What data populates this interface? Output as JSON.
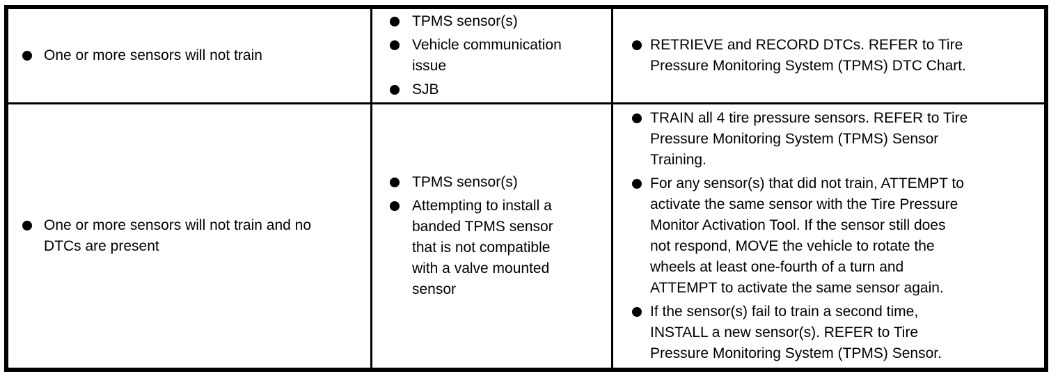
{
  "colors": {
    "border": "#000000",
    "text": "#000000",
    "background": "#ffffff"
  },
  "table": {
    "rows": [
      {
        "cells": [
          {
            "bullets": [
              [
                "One or more sensors will not train"
              ]
            ]
          },
          {
            "bullets": [
              [
                "TPMS sensor(s)"
              ],
              [
                "Vehicle communication",
                "issue"
              ],
              [
                "SJB"
              ]
            ]
          },
          {
            "bullets": [
              [
                "RETRIEVE and RECORD DTCs. REFER to Tire",
                "Pressure Monitoring System (TPMS) DTC Chart."
              ]
            ]
          }
        ]
      },
      {
        "cells": [
          {
            "bullets": [
              [
                "One or more sensors will not train and no",
                "DTCs are present"
              ]
            ]
          },
          {
            "bullets": [
              [
                "TPMS sensor(s)"
              ],
              [
                "Attempting to install a",
                "banded TPMS sensor",
                "that is not compatible",
                "with a valve mounted",
                "sensor"
              ]
            ]
          },
          {
            "bullets": [
              [
                "TRAIN all 4 tire pressure sensors. REFER to Tire",
                "Pressure Monitoring System (TPMS) Sensor",
                "Training."
              ],
              [
                "For any sensor(s) that did not train, ATTEMPT to",
                "activate the same sensor with the Tire Pressure",
                "Monitor Activation Tool. If the sensor still does",
                "not respond, MOVE the vehicle to rotate the",
                "wheels at least one-fourth of a turn and",
                "ATTEMPT to activate the same sensor again."
              ],
              [
                "If the sensor(s) fail to train a second time,",
                "INSTALL a new sensor(s). REFER to Tire",
                "Pressure Monitoring System (TPMS) Sensor."
              ]
            ]
          }
        ]
      }
    ]
  }
}
